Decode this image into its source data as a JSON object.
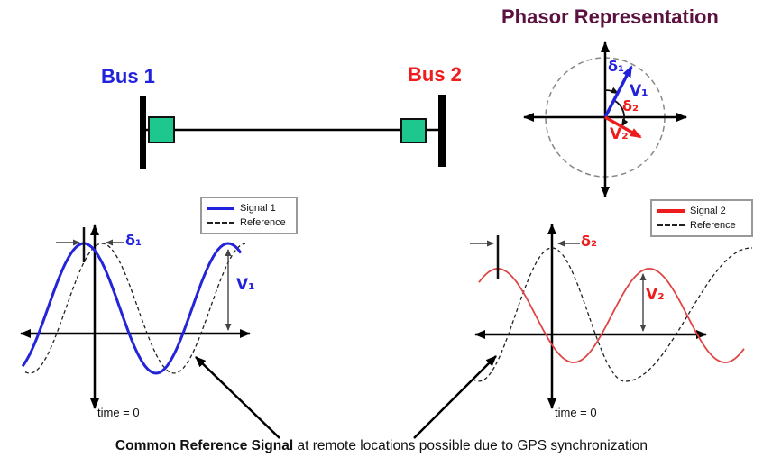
{
  "title": "Phasor Representation",
  "bus_diagram": {
    "bus1_label": "Bus 1",
    "bus2_label": "Bus 2"
  },
  "phasor": {
    "delta1_label": "δ₁",
    "v1_label": "V₁",
    "delta2_label": "δ₂",
    "v2_label": "V₂"
  },
  "signal1_plot": {
    "legend": {
      "signal_label": "Signal 1",
      "reference_label": "Reference"
    },
    "delta_label": "δ₁",
    "amplitude_label": "V₁",
    "time_label": "time = 0"
  },
  "signal2_plot": {
    "legend": {
      "signal_label": "Signal 2",
      "reference_label": "Reference"
    },
    "delta_label": "δ₂",
    "amplitude_label": "V₂",
    "time_label": "time = 0"
  },
  "caption": {
    "bold": "Common Reference Signal",
    "rest": " at remote locations possible due to GPS synchronization"
  },
  "colors": {
    "title": "#5c1240",
    "signal1_blue": "#2222dd",
    "signal2_red": "#ee1c1c",
    "pmu_green": "#1ec78e",
    "reference": "#222222"
  }
}
